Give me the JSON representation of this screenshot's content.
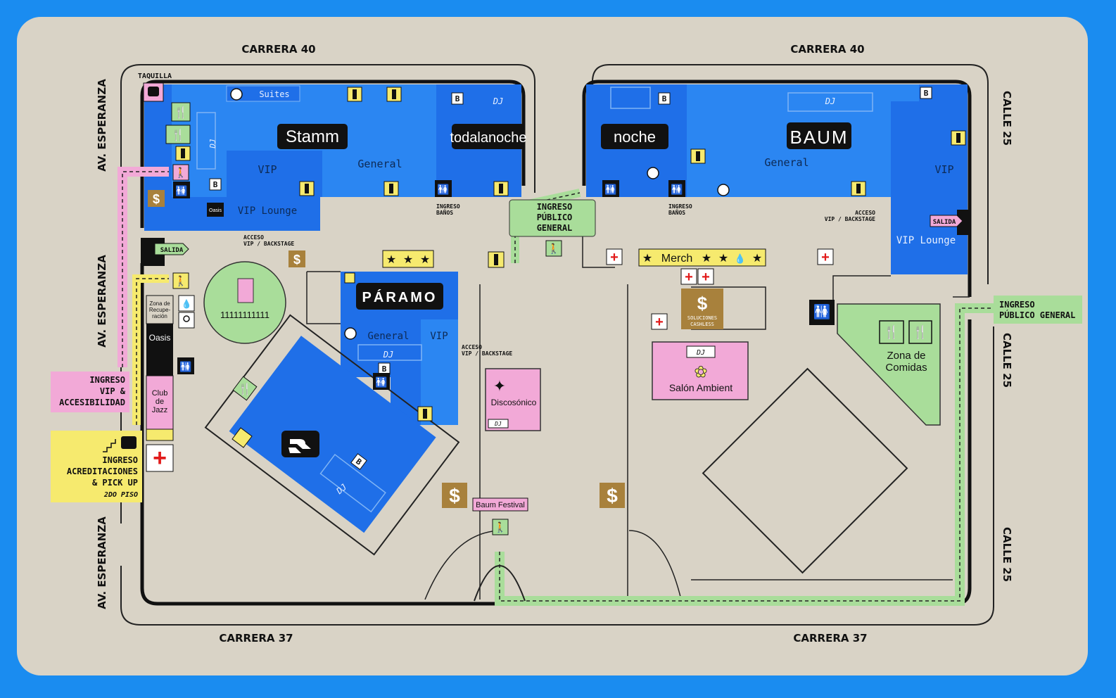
{
  "streets": {
    "top_left": "CARRERA 40",
    "top_right": "CARRERA 40",
    "bottom_left": "CARRERA 37",
    "bottom_right": "CARRERA 37",
    "left_1": "AV. ESPERANZA",
    "left_2": "AV. ESPERANZA",
    "left_3": "AV. ESPERANZA",
    "right_1": "CALLE 25",
    "right_2": "CALLE 25",
    "right_3": "CALLE 25"
  },
  "stages": {
    "stamm": "Stamm",
    "todalanoche": "todalanoche",
    "noche": "noche",
    "baum": "BAUM",
    "paramo": "PÁRAMO",
    "ra": "RA"
  },
  "zones": {
    "suites": "Suites",
    "vip": "VIP",
    "general": "General",
    "vip_lounge": "VIP Lounge",
    "dj": "DJ",
    "bar": "B",
    "oasis": "Oasis",
    "zona_recuperacion": [
      "Zona de",
      "Recupe-",
      "ración"
    ],
    "club_de_jazz": [
      "Club",
      "de",
      "Jazz"
    ],
    "discosonico": "Discosónico",
    "salon_ambient": "Salón Ambient",
    "zona_comidas": [
      "Zona de",
      "Comidas"
    ],
    "merch": "Merch",
    "soluciones": [
      "SOLUCIONES",
      "CASHLESS"
    ],
    "baum_festival": "Baum Festival",
    "circle_label": "11111111111"
  },
  "labels": {
    "taquilla": "TAQUILLA",
    "salida": "SALIDA",
    "acceso": [
      "ACCESO",
      "VIP / BACKSTAGE"
    ],
    "ingreso_banos": [
      "INGRESO",
      "BAÑOS"
    ],
    "ingreso_publico": [
      "INGRESO",
      "PÚBLICO",
      "GENERAL"
    ],
    "ingreso_publico_right": [
      "INGRESO",
      "PÚBLICO GENERAL"
    ],
    "ingreso_vip": [
      "INGRESO",
      "VIP &",
      "ACCESIBILIDAD"
    ],
    "ingreso_acreditaciones": [
      "INGRESO",
      "ACREDITACIONES",
      "& PICK UP",
      "2DO PISO"
    ]
  },
  "icons": {
    "dollar": "$",
    "star": "★",
    "drop": "💧",
    "cross": "+",
    "restroom": "🚻",
    "walker": "🚶",
    "food": "🍴",
    "sparkle": "✦",
    "lotus": "✿"
  },
  "colors": {
    "background": "#1a8cf0",
    "board": "#d9d3c6",
    "stage_blue": "#1f6fe8",
    "stage_blue_light": "#2b86f2",
    "green_zone": "#a9dd9a",
    "pink_zone": "#f2a9d7",
    "yellow_zone": "#f6ea6e",
    "gold": "#a8813c",
    "black": "#111111"
  }
}
